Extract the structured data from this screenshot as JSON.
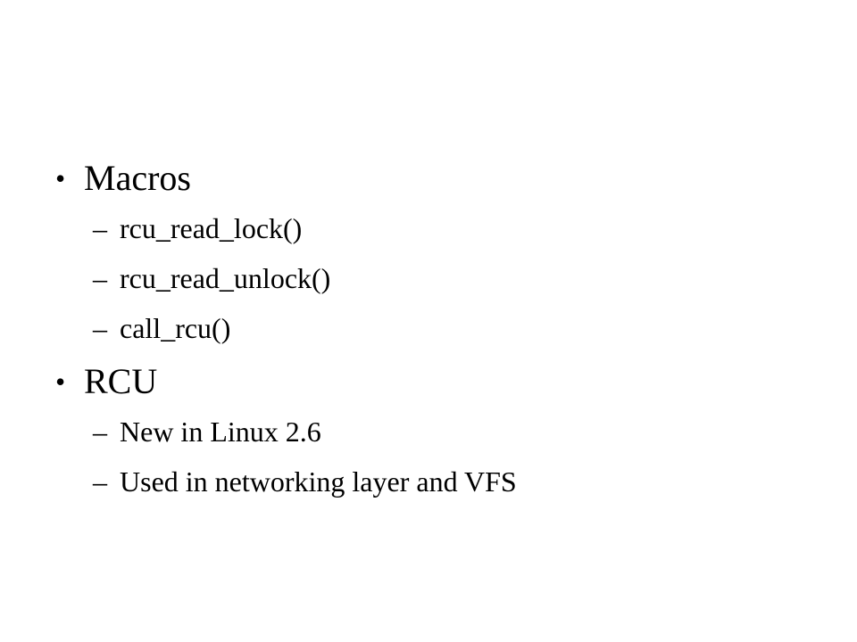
{
  "slide": {
    "sections": [
      {
        "bullet": "•",
        "heading": "Macros",
        "items": [
          {
            "dash": "–",
            "text": "rcu_read_lock()"
          },
          {
            "dash": "–",
            "text": "rcu_read_unlock()"
          },
          {
            "dash": "–",
            "text": "call_rcu()"
          }
        ]
      },
      {
        "bullet": "•",
        "heading": "RCU",
        "items": [
          {
            "dash": "–",
            "text": "New in Linux 2.6"
          },
          {
            "dash": "–",
            "text": "Used in networking layer and VFS"
          }
        ]
      }
    ]
  }
}
